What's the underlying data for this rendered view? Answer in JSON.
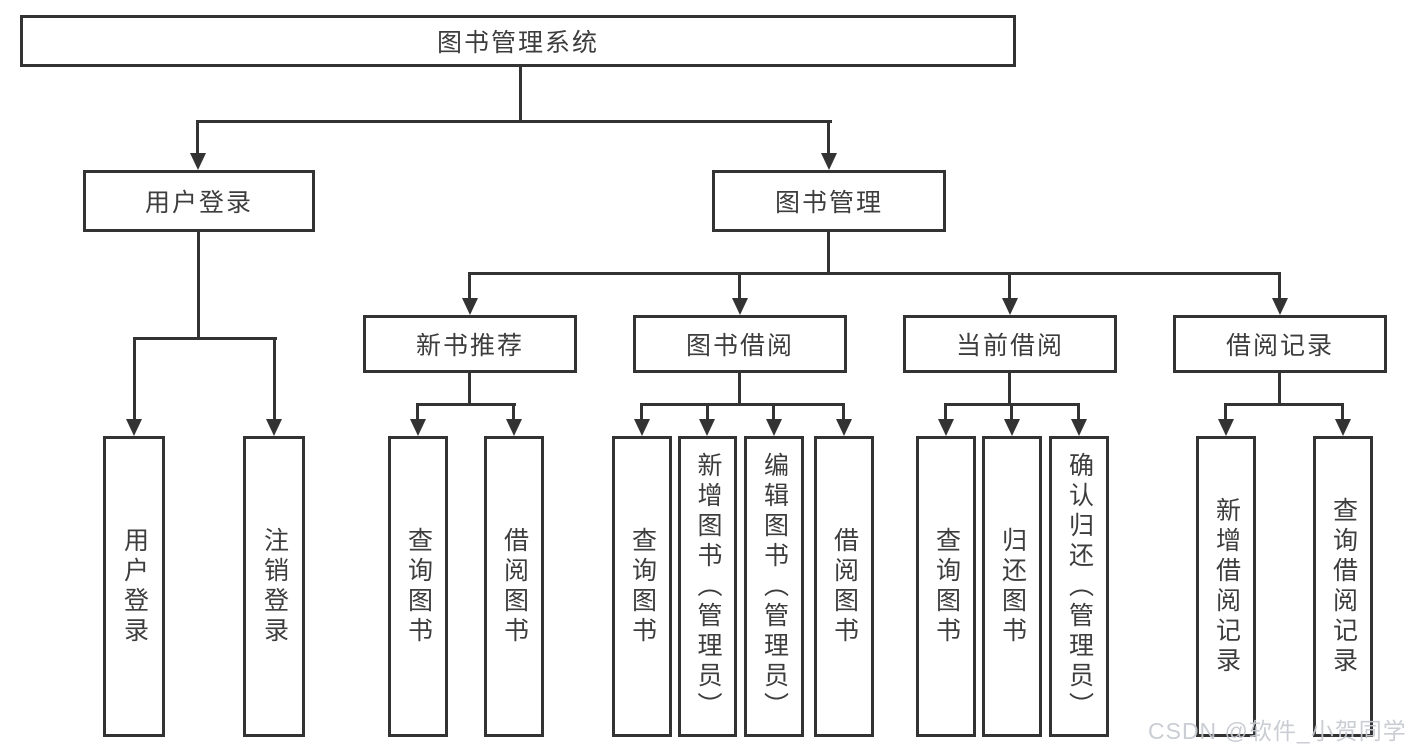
{
  "colors": {
    "line": "#333333",
    "text": "#3d3d3d",
    "background": "#ffffff"
  },
  "watermark": {
    "text": "CSDN @软件_小贺同学"
  },
  "tree": {
    "root": {
      "label": "图书管理系统",
      "children": [
        {
          "label": "用户登录",
          "children": [
            {
              "label": "用户登录"
            },
            {
              "label": "注销登录"
            }
          ]
        },
        {
          "label": "图书管理",
          "children": [
            {
              "label": "新书推荐",
              "children": [
                {
                  "label": "查询图书"
                },
                {
                  "label": "借阅图书"
                }
              ]
            },
            {
              "label": "图书借阅",
              "children": [
                {
                  "label": "查询图书"
                },
                {
                  "label": "新增图书（管理员）"
                },
                {
                  "label": "编辑图书（管理员）"
                },
                {
                  "label": "借阅图书"
                }
              ]
            },
            {
              "label": "当前借阅",
              "children": [
                {
                  "label": "查询图书"
                },
                {
                  "label": "归还图书"
                },
                {
                  "label": "确认归还（管理员）"
                }
              ]
            },
            {
              "label": "借阅记录",
              "children": [
                {
                  "label": "新增借阅记录"
                },
                {
                  "label": "查询借阅记录"
                }
              ]
            }
          ]
        }
      ]
    }
  }
}
